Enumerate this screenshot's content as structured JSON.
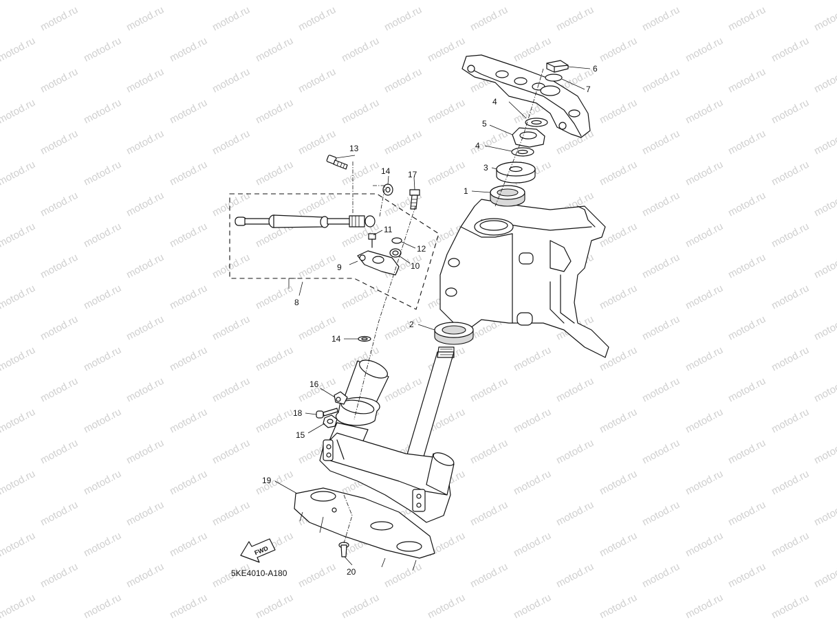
{
  "watermark": {
    "text": "motod.ru"
  },
  "diagram": {
    "code": "5KE4010-A180",
    "fwd_label": "FWD",
    "part_labels": [
      "1",
      "2",
      "3",
      "4",
      "4",
      "5",
      "6",
      "7",
      "8",
      "9",
      "10",
      "11",
      "12",
      "13",
      "14",
      "14",
      "15",
      "16",
      "17",
      "18",
      "19",
      "20"
    ]
  }
}
